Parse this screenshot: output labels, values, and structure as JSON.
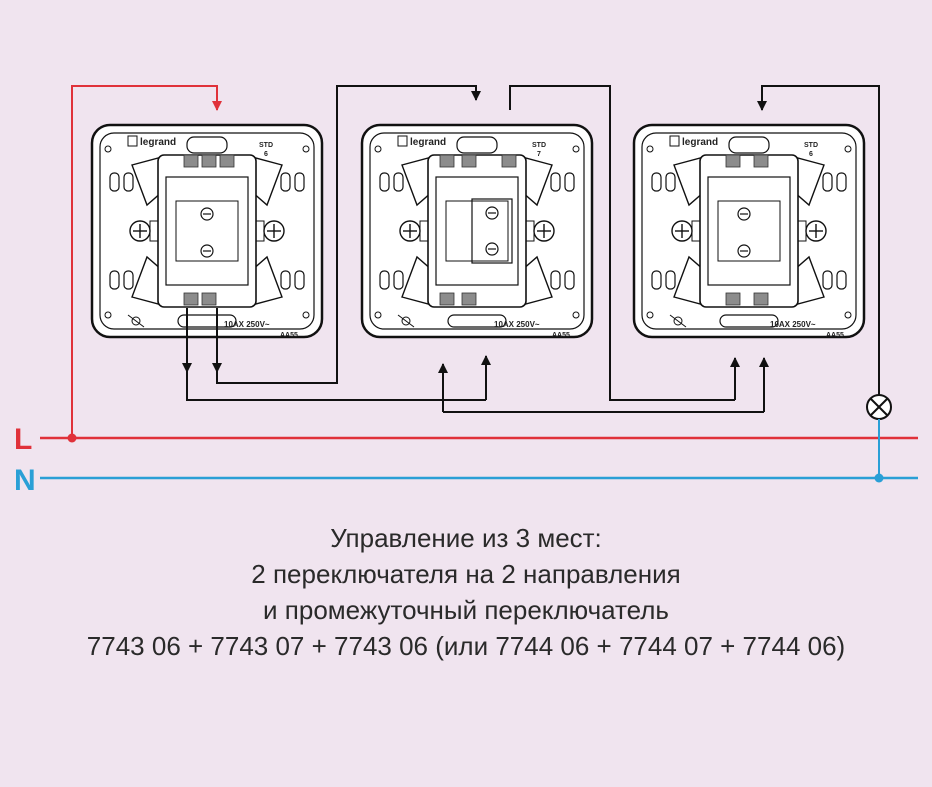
{
  "lines": {
    "live_label": "L",
    "neutral_label": "N",
    "live_color": "#e0313a",
    "neutral_color": "#2a9fd6",
    "wire_color": "#111111"
  },
  "switches": [
    {
      "brand": "legrand",
      "model_line1": "STD",
      "model_line2": "6",
      "rating": "10AX  250V~",
      "code": "AA55"
    },
    {
      "brand": "legrand",
      "model_line1": "STD",
      "model_line2": "7",
      "rating": "10AX  250V~",
      "code": "AA55"
    },
    {
      "brand": "legrand",
      "model_line1": "STD",
      "model_line2": "6",
      "rating": "10AX  250V~",
      "code": "AA55"
    }
  ],
  "lamp_icon": "lamp-icon",
  "caption": {
    "line1": "Управление из 3 мест:",
    "line2": "2 переключателя на 2 направления",
    "line3": "и промежуточный переключатель",
    "line4": "7743 06 + 7743 07 + 7743 06 (или 7744 06 + 7744 07 + 7744 06)"
  }
}
